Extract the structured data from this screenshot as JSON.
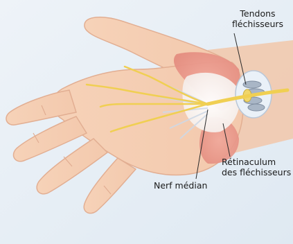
{
  "labels": {
    "tendons": {
      "line1": "Tendons",
      "line2": "fléchisseurs"
    },
    "retinaculum": {
      "line1": "Rétinaculum",
      "line2": "des fléchisseurs"
    },
    "nerve": "Nerf médian"
  }
}
